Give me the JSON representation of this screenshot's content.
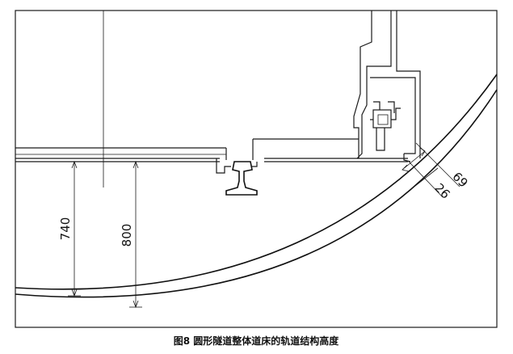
{
  "figure": {
    "caption": "图8 圆形隧道整体道床的轨道结构高度",
    "dimensions": {
      "height_740": "740",
      "height_800": "800",
      "thickness_69": "69",
      "thickness_26": "26"
    }
  }
}
